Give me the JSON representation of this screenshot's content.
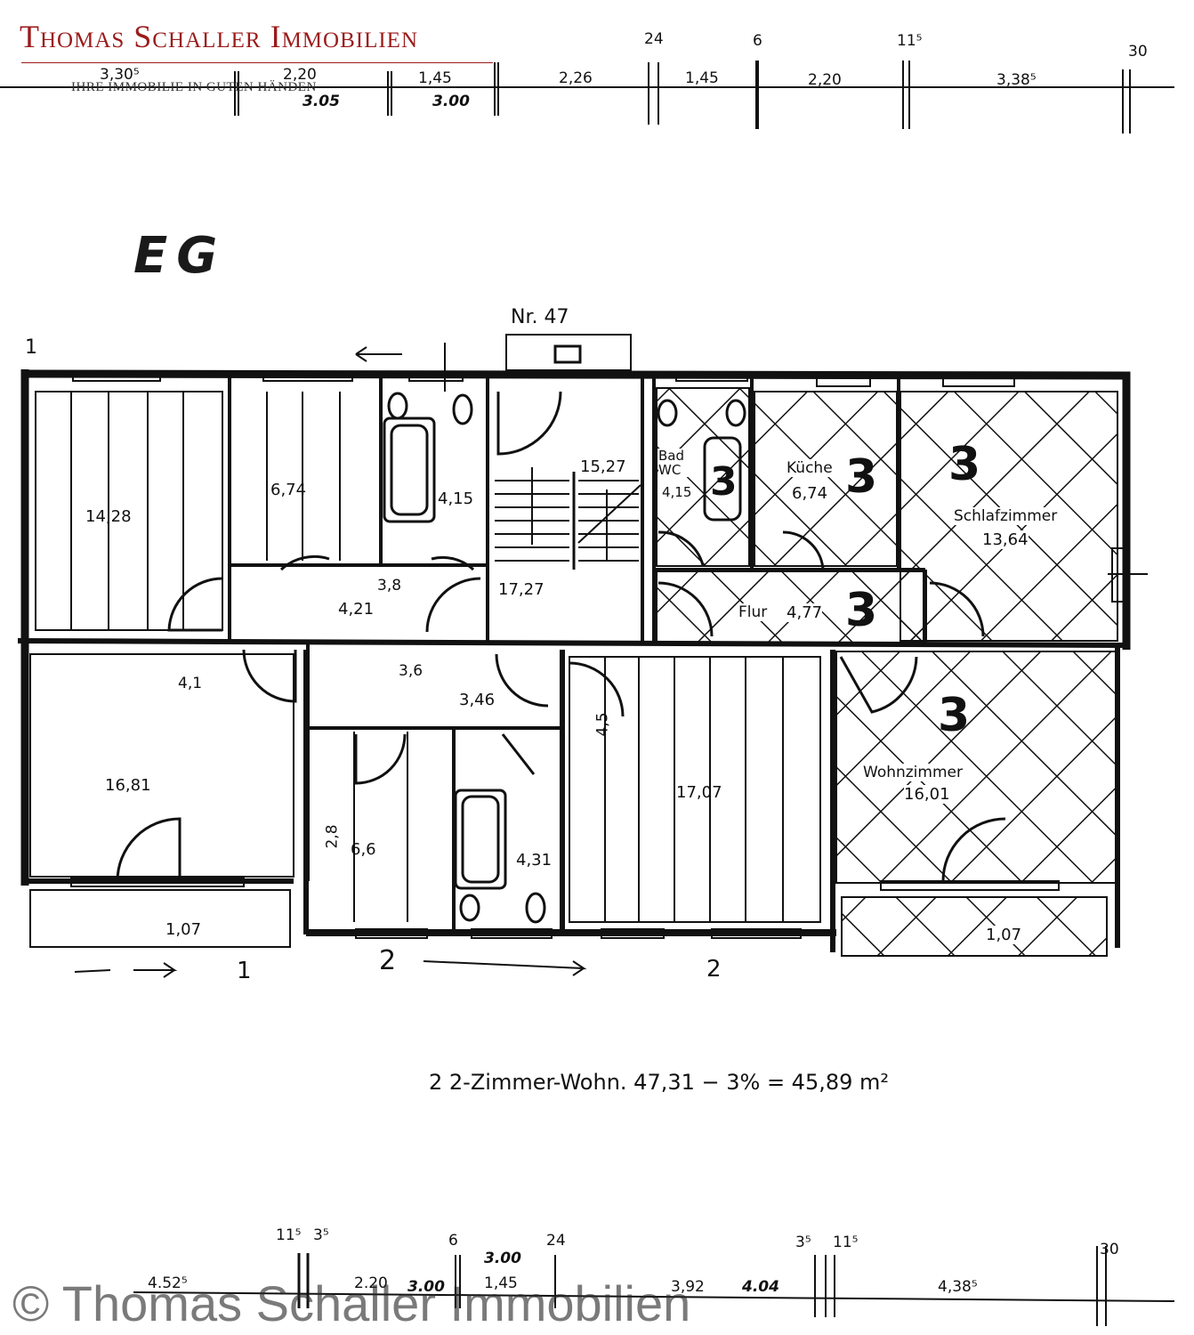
{
  "brand": {
    "name": "Thomas Schaller Immobilien",
    "tagline": "IHRE IMMOBILIE IN GUTEN HÄNDEN",
    "accent_color": "#9b1b1b"
  },
  "floor_label": "EG",
  "entrance_label": "Nr. 47",
  "top_dimensions": [
    "3,30⁵",
    "2,20",
    "1,45",
    "2,26",
    "1,45",
    "2,20",
    "3,38⁵"
  ],
  "top_axes": [
    "24",
    "6",
    "11⁵",
    "30"
  ],
  "top_handwritten": [
    "3.05",
    "3.00"
  ],
  "rooms": {
    "a": "14,28",
    "b": "6,74",
    "c": "4,15",
    "d": "15,27",
    "e": "4,21",
    "f": "17,27",
    "g": "3,46",
    "h": "16,81",
    "i": "6,6",
    "j": "4,31",
    "k": "17,07",
    "l": "1,07",
    "m": "1,07",
    "bad_name": "Bad WC",
    "bad_area": "4,15",
    "kueche_name": "Küche",
    "kueche_area": "6,74",
    "schlaf_name": "Schlafzimmer",
    "schlaf_area": "13,64",
    "flur_name": "Flur",
    "flur_area": "4,77",
    "wohn_name": "Wohnzimmer",
    "wohn_area": "16,01"
  },
  "handwritten_dims": [
    "3,8",
    "3,6",
    "4,1",
    "4,5",
    "2,8"
  ],
  "side_numbers": [
    "1",
    "1",
    "2",
    "2"
  ],
  "hatch_mark": "3",
  "summary": "2  2-Zimmer-Wohn. 47,31 − 3% = 45,89 m²",
  "bottom_dimensions": [
    "4.52⁵",
    "2.20",
    "1,45",
    "3,92",
    "4,38⁵"
  ],
  "bottom_axes": [
    "11⁵",
    "3⁵",
    "6",
    "24",
    "3⁵",
    "11⁵",
    "30"
  ],
  "bottom_handwritten": [
    "3.00",
    "3.00",
    "4.04"
  ],
  "copyright": "© Thomas Schaller Immobilien"
}
